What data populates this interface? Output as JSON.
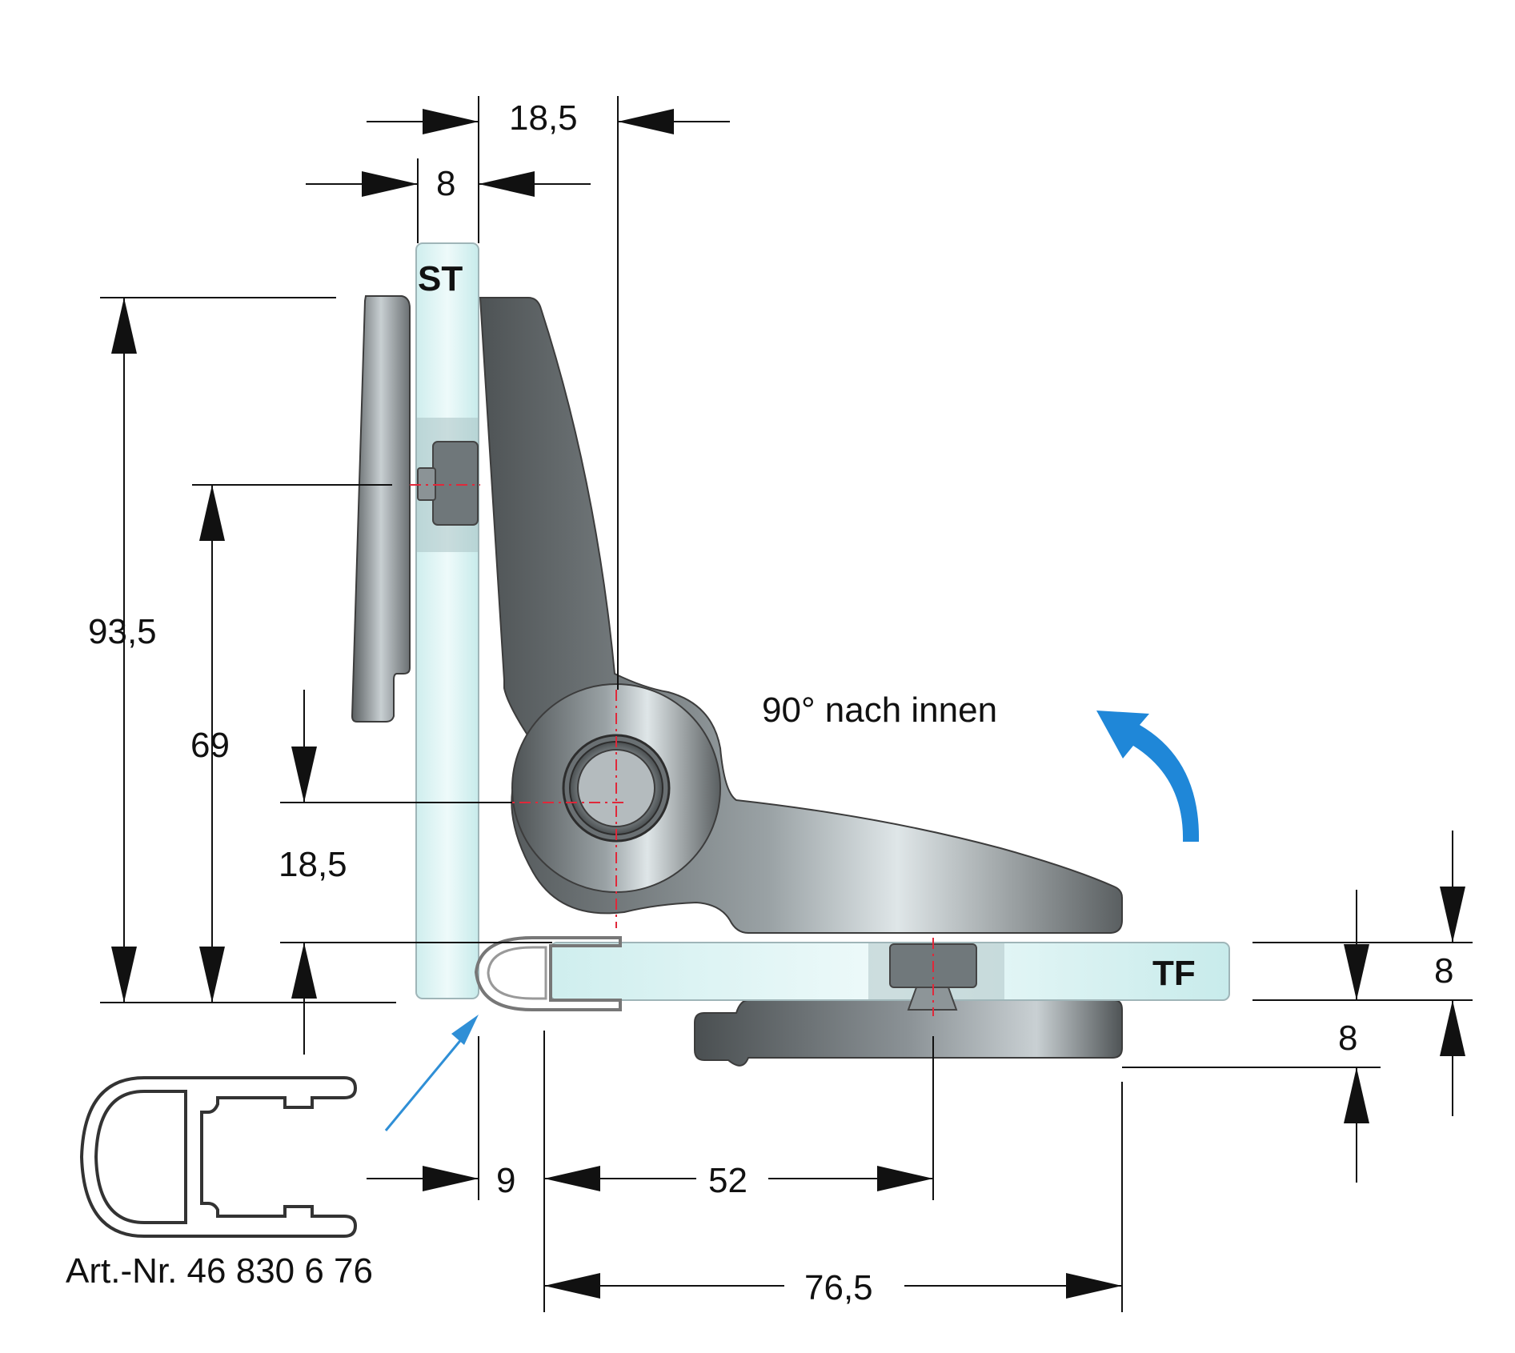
{
  "labels": {
    "stationary_glass": "ST",
    "swing_glass": "TF",
    "rotation_note": "90° nach innen",
    "article_number": "Art.-Nr. 46 830 6 76"
  },
  "dimensions": {
    "top_offset": "18,5",
    "glass_thickness_top": "8",
    "total_height": "93,5",
    "mount_height": "69",
    "pivot_offset": "18,5",
    "gap": "9",
    "swing_center": "52",
    "swing_length": "76,5",
    "glass_thickness_right": "8",
    "plate_thickness_right": "8"
  },
  "colors": {
    "rotation_arrow": "#1f87d8",
    "centerline": "#e0283a",
    "glass": "#dff3f3",
    "metal_dark": "#5b5f61",
    "metal_light": "#d9dfe1"
  }
}
